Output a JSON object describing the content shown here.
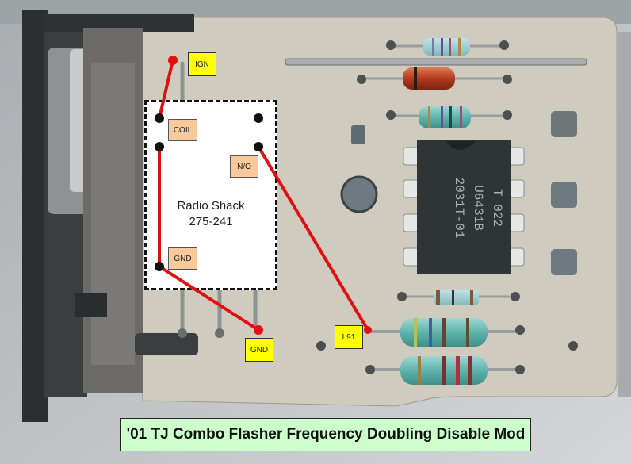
{
  "title": "'01 TJ Combo Flasher Frequency Doubling Disable Mod",
  "relay": {
    "name_line1": "Radio Shack",
    "name_line2": "275-241",
    "pins": {
      "coil": "COIL",
      "no": "N/O",
      "gnd": "GND"
    }
  },
  "board_labels": {
    "ign": "IGN",
    "gnd": "GND",
    "l91": "L91"
  },
  "ic": {
    "line1": "T 022",
    "line2": "U6431B",
    "line3": "2031T-01"
  },
  "colors": {
    "wire": "#e01010",
    "callout_yellow": "#ffff00",
    "pin_label": "#f9c89b",
    "caption_bg": "#ccffcc",
    "board": "#cfccbf"
  }
}
